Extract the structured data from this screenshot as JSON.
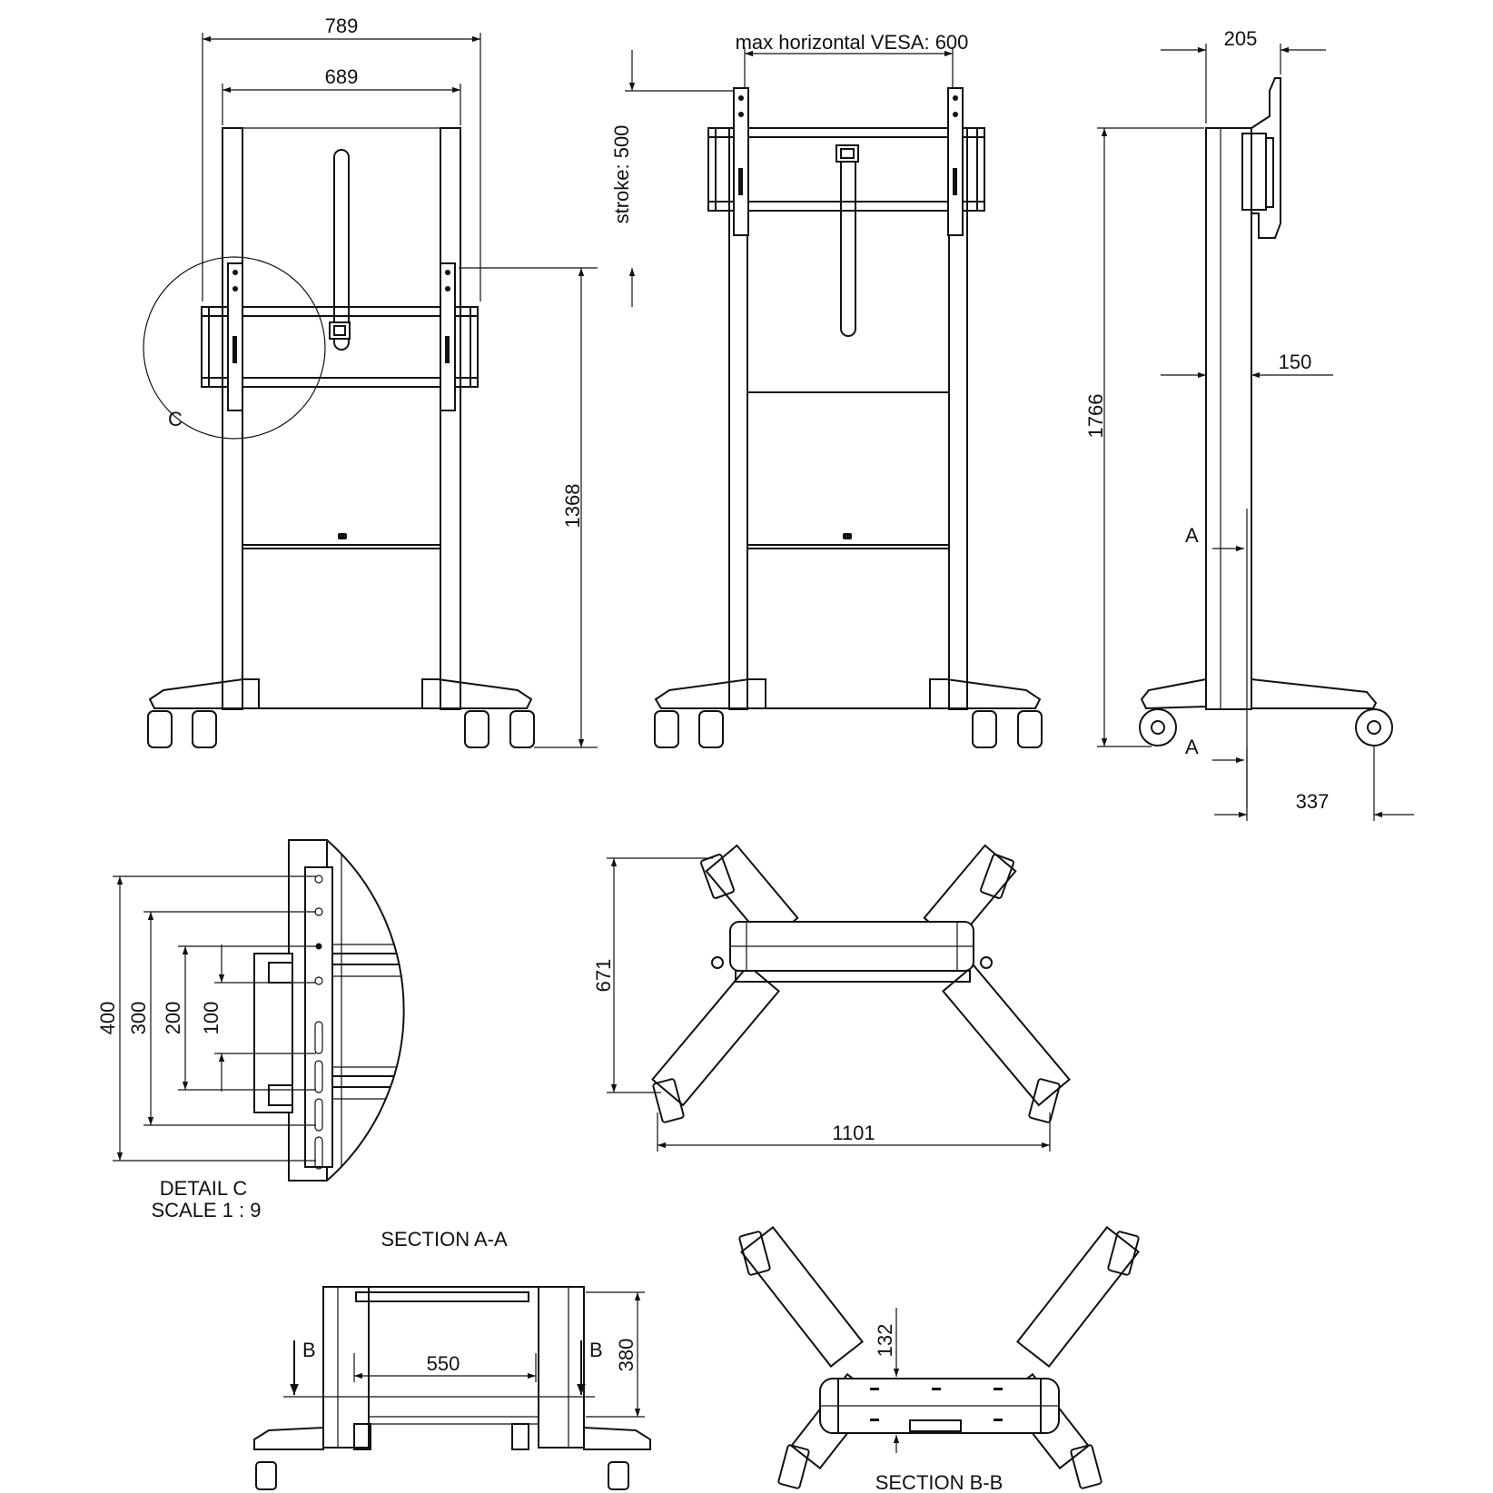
{
  "drawing": {
    "front_view": {
      "dim_overall_width": "789",
      "dim_inner_width": "689",
      "dim_height_1368": "1368",
      "detail_marker": "C"
    },
    "front_raised_view": {
      "vesa_label": "max horizontal VESA: 600",
      "stroke_label": "stroke: 500"
    },
    "side_view": {
      "dim_depth_top": "205",
      "dim_column": "150",
      "dim_total_height": "1766",
      "dim_base": "337",
      "section_marker_top": "A",
      "section_marker_bottom": "A"
    },
    "detail_c": {
      "dim_400": "400",
      "dim_300": "300",
      "dim_200": "200",
      "dim_100": "100",
      "title": "DETAIL C",
      "scale": "SCALE 1 : 9"
    },
    "top_view": {
      "dim_depth": "671",
      "dim_width": "1101"
    },
    "section_a": {
      "title": "SECTION A-A",
      "dim_550": "550",
      "dim_380": "380",
      "marker_left": "B",
      "marker_right": "B"
    },
    "section_b": {
      "title": "SECTION B-B",
      "dim_132": "132"
    }
  }
}
